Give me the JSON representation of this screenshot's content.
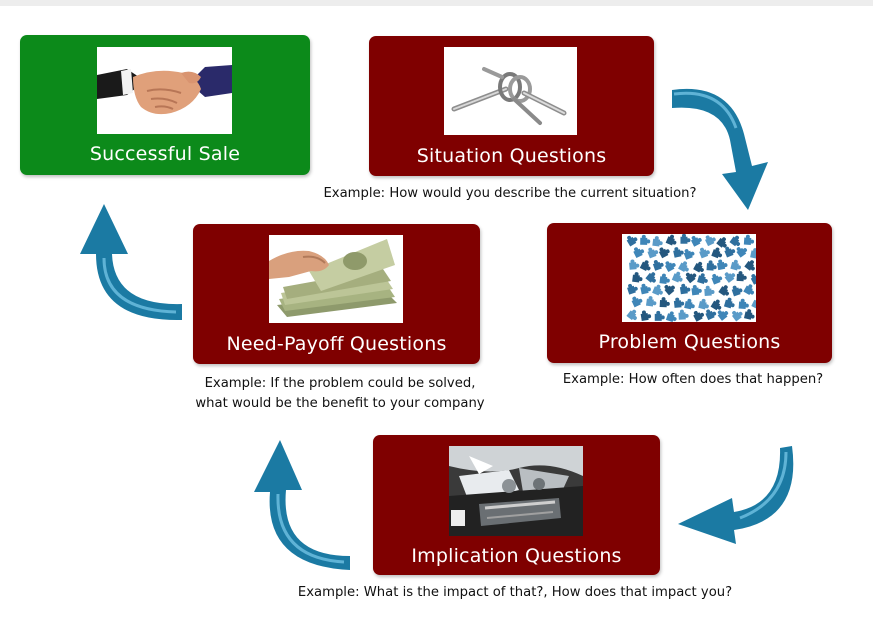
{
  "colors": {
    "card_red": "#7f0000",
    "card_green": "#0c8a1a",
    "arrow_blue": "#1b7aa3",
    "arrow_light": "#5fb3d6"
  },
  "cards": {
    "successful_sale": {
      "title": "Successful Sale",
      "image": "handshake"
    },
    "situation": {
      "title": "Situation Questions",
      "image": "puzzle-rings",
      "caption": "Example: How would you describe the current situation?"
    },
    "problem": {
      "title": "Problem Questions",
      "image": "puzzle-pieces",
      "caption": "Example: How often does that happen?"
    },
    "implication": {
      "title": "Implication Questions",
      "image": "crashed-car",
      "caption": "Example: What is the impact of that?, How does that impact you?"
    },
    "need_payoff": {
      "title": "Need-Payoff Questions",
      "image": "cash-money",
      "caption_lines": [
        "Example: If the problem could be solved,",
        "what would be the benefit to your company"
      ]
    }
  }
}
